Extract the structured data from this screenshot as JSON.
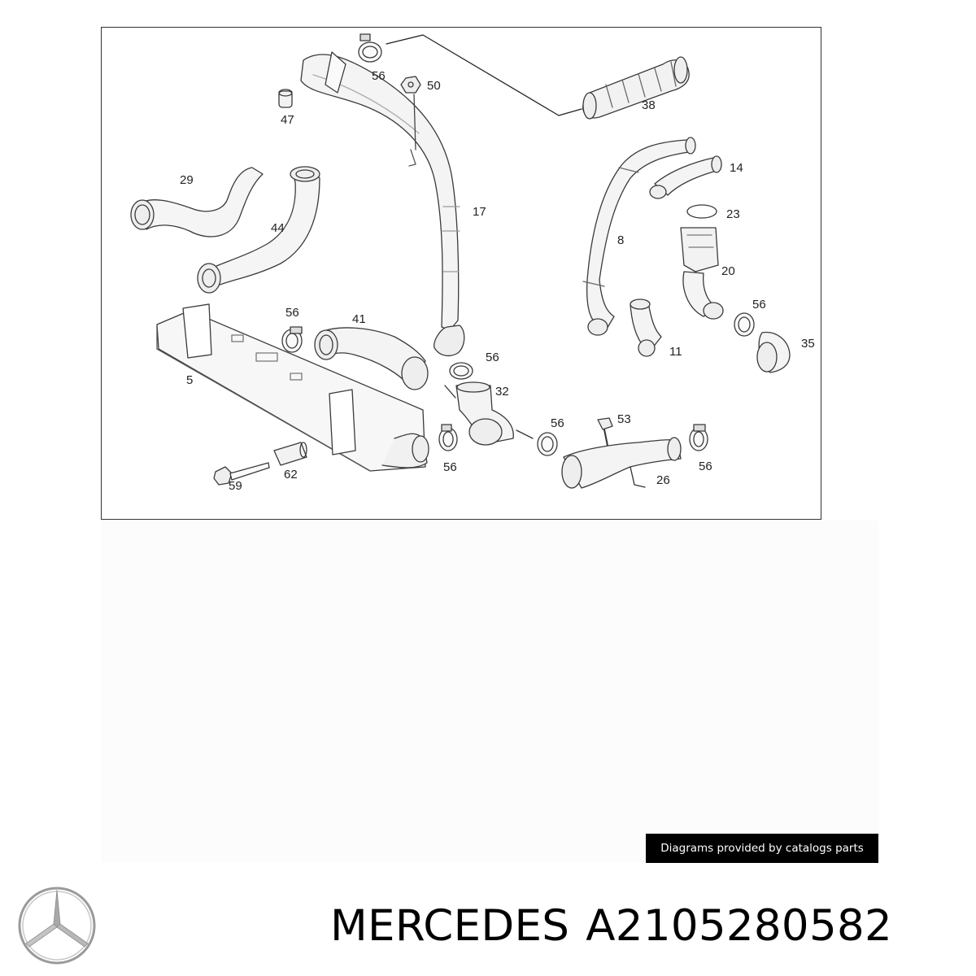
{
  "diagram": {
    "callouts": {
      "c56a": "56",
      "c50": "50",
      "c38": "38",
      "c47": "47",
      "c14": "14",
      "c29": "29",
      "c17": "17",
      "c23": "23",
      "c44": "44",
      "c8": "8",
      "c20": "20",
      "c56b": "56",
      "c41": "41",
      "c56c": "56",
      "c5": "5",
      "c56d": "56",
      "c11": "11",
      "c35": "35",
      "c32": "32",
      "c56e": "56",
      "c53": "53",
      "c56f": "56",
      "c56g": "56",
      "c62": "62",
      "c26": "26",
      "c59": "59"
    }
  },
  "credit": {
    "text": "Diagrams provided by catalogs parts"
  },
  "footer": {
    "brand": "MERCEDES",
    "part_number": "A2105280582",
    "logo_icon": "mercedes-star-icon"
  }
}
